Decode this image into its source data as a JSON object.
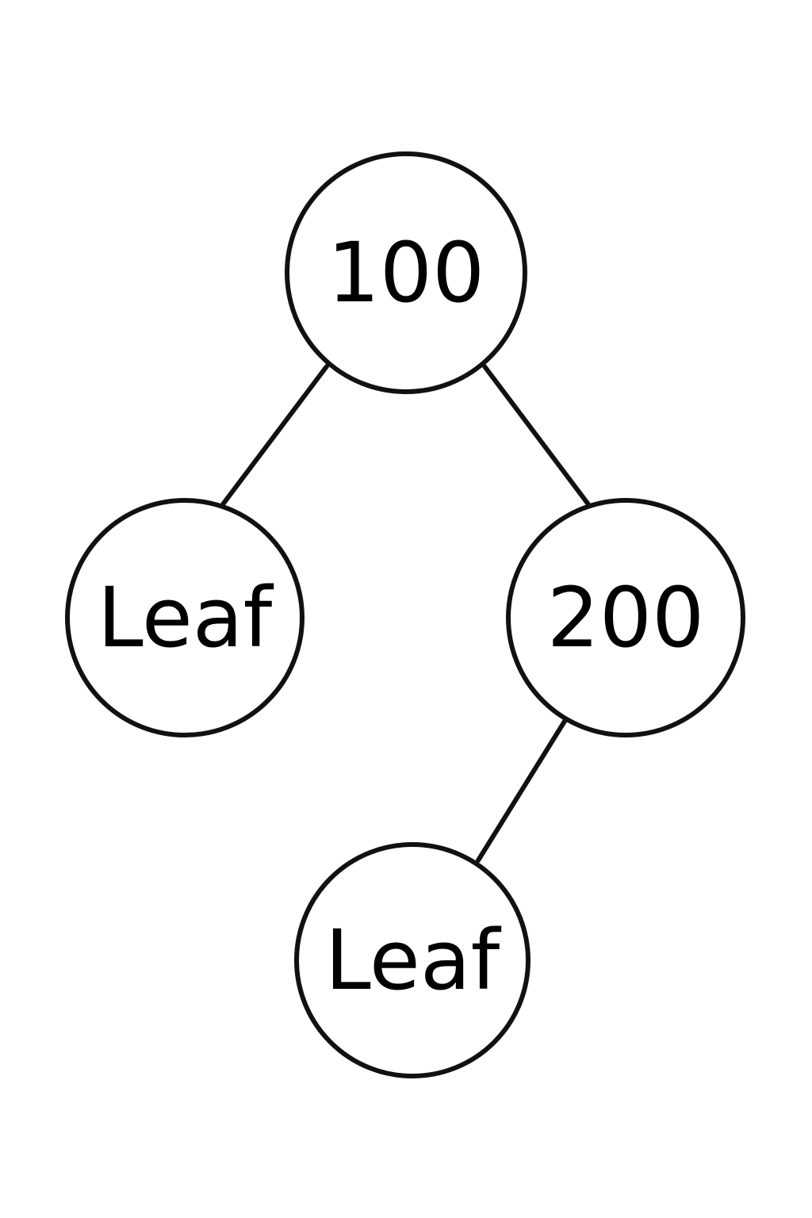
{
  "diagram": {
    "type": "binary-tree",
    "nodes": {
      "root": {
        "label": "100"
      },
      "left_leaf": {
        "label": "Leaf"
      },
      "right": {
        "label": "200"
      },
      "bottom_leaf": {
        "label": "Leaf"
      }
    },
    "edges": [
      {
        "from": "root",
        "to": "left_leaf"
      },
      {
        "from": "root",
        "to": "right"
      },
      {
        "from": "right",
        "to": "bottom_leaf"
      }
    ],
    "colors": {
      "stroke": "#111111",
      "text": "#000000",
      "background": "#ffffff"
    }
  }
}
